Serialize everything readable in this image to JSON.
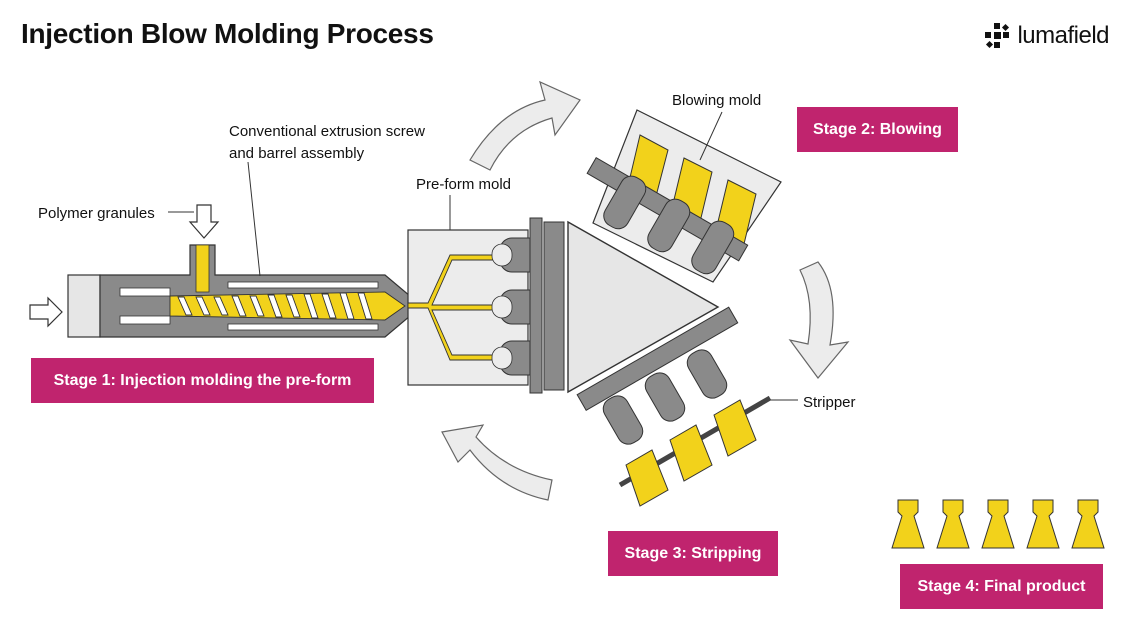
{
  "title": "Injection Blow Molding Process",
  "brand": {
    "name": "lumafield",
    "logo_icon": "lumafield-logo-icon"
  },
  "labels": {
    "polymer_granules": "Polymer granules",
    "screw_line1": "Conventional extrusion screw",
    "screw_line2": "and barrel assembly",
    "preform_mold": "Pre-form mold",
    "blowing_mold": "Blowing mold",
    "stripper": "Stripper"
  },
  "stages": {
    "stage1": "Stage 1: Injection molding the pre-form",
    "stage2": "Stage 2: Blowing",
    "stage3": "Stage 3: Stripping",
    "stage4": "Stage 4: Final product"
  },
  "colors": {
    "stage_badge": "#c0246e",
    "polymer_yellow": "#f2d21b",
    "machine_gray": "#8a8a8a",
    "mold_light": "#ececec",
    "arrow_fill": "#ececec"
  }
}
